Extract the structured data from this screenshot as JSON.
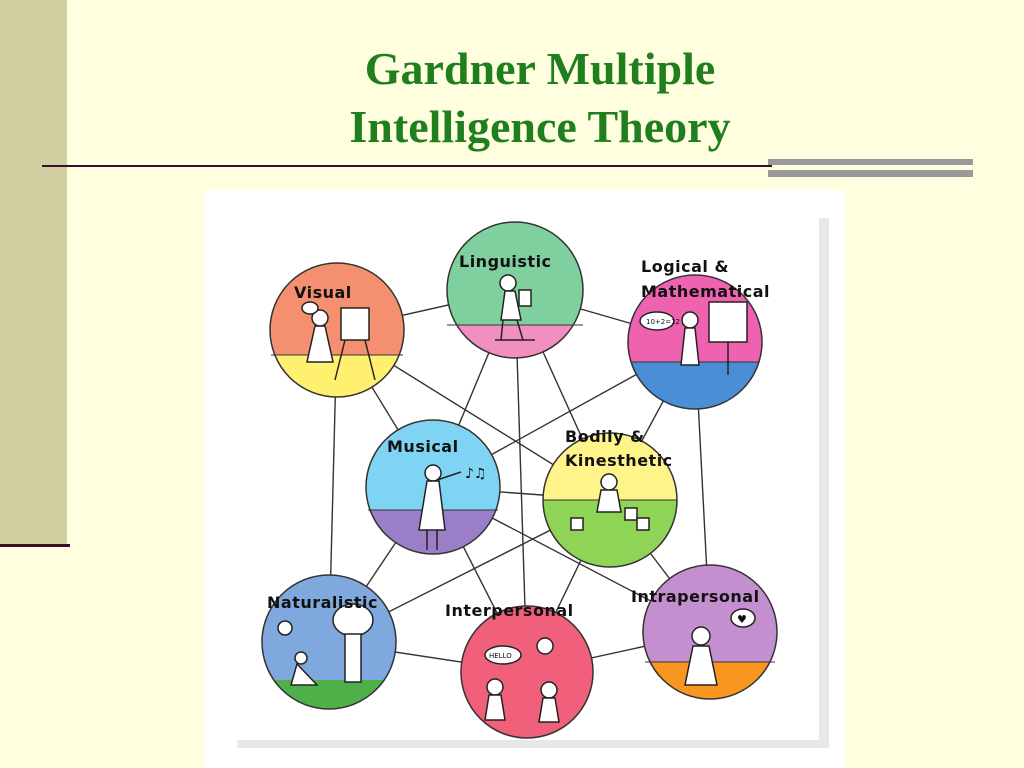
{
  "slide": {
    "title_line1": "Gardner Multiple",
    "title_line2": "Intelligence Theory"
  },
  "diagram": {
    "nodes": [
      {
        "id": "linguistic",
        "label": "Linguistic",
        "top_color": "#7fcf9f",
        "bottom_color": "#f08fc0"
      },
      {
        "id": "visual",
        "label": "Visual",
        "top_color": "#f4906f",
        "bottom_color": "#fff070"
      },
      {
        "id": "logical",
        "label_line1": "Logical &",
        "label_line2": "Mathematical",
        "top_color": "#ef62b0",
        "bottom_color": "#4a8fd6"
      },
      {
        "id": "musical",
        "label": "Musical",
        "top_color": "#7fd4f4",
        "bottom_color": "#9a7fc8"
      },
      {
        "id": "bodily",
        "label_line1": "Bodily &",
        "label_line2": "Kinesthetic",
        "top_color": "#fff48a",
        "bottom_color": "#8fd457"
      },
      {
        "id": "naturalistic",
        "label": "Naturalistic",
        "top_color": "#7fa8df",
        "bottom_color": "#7fa8df"
      },
      {
        "id": "interpersonal",
        "label": "Interpersonal",
        "top_color": "#f0607a",
        "bottom_color": "#f0607a"
      },
      {
        "id": "intrapersonal",
        "label": "Intrapersonal",
        "top_color": "#c48fce",
        "bottom_color": "#f8961f"
      }
    ],
    "hello_bubble": "HELLO",
    "logic_bubble": "10+2=12"
  }
}
